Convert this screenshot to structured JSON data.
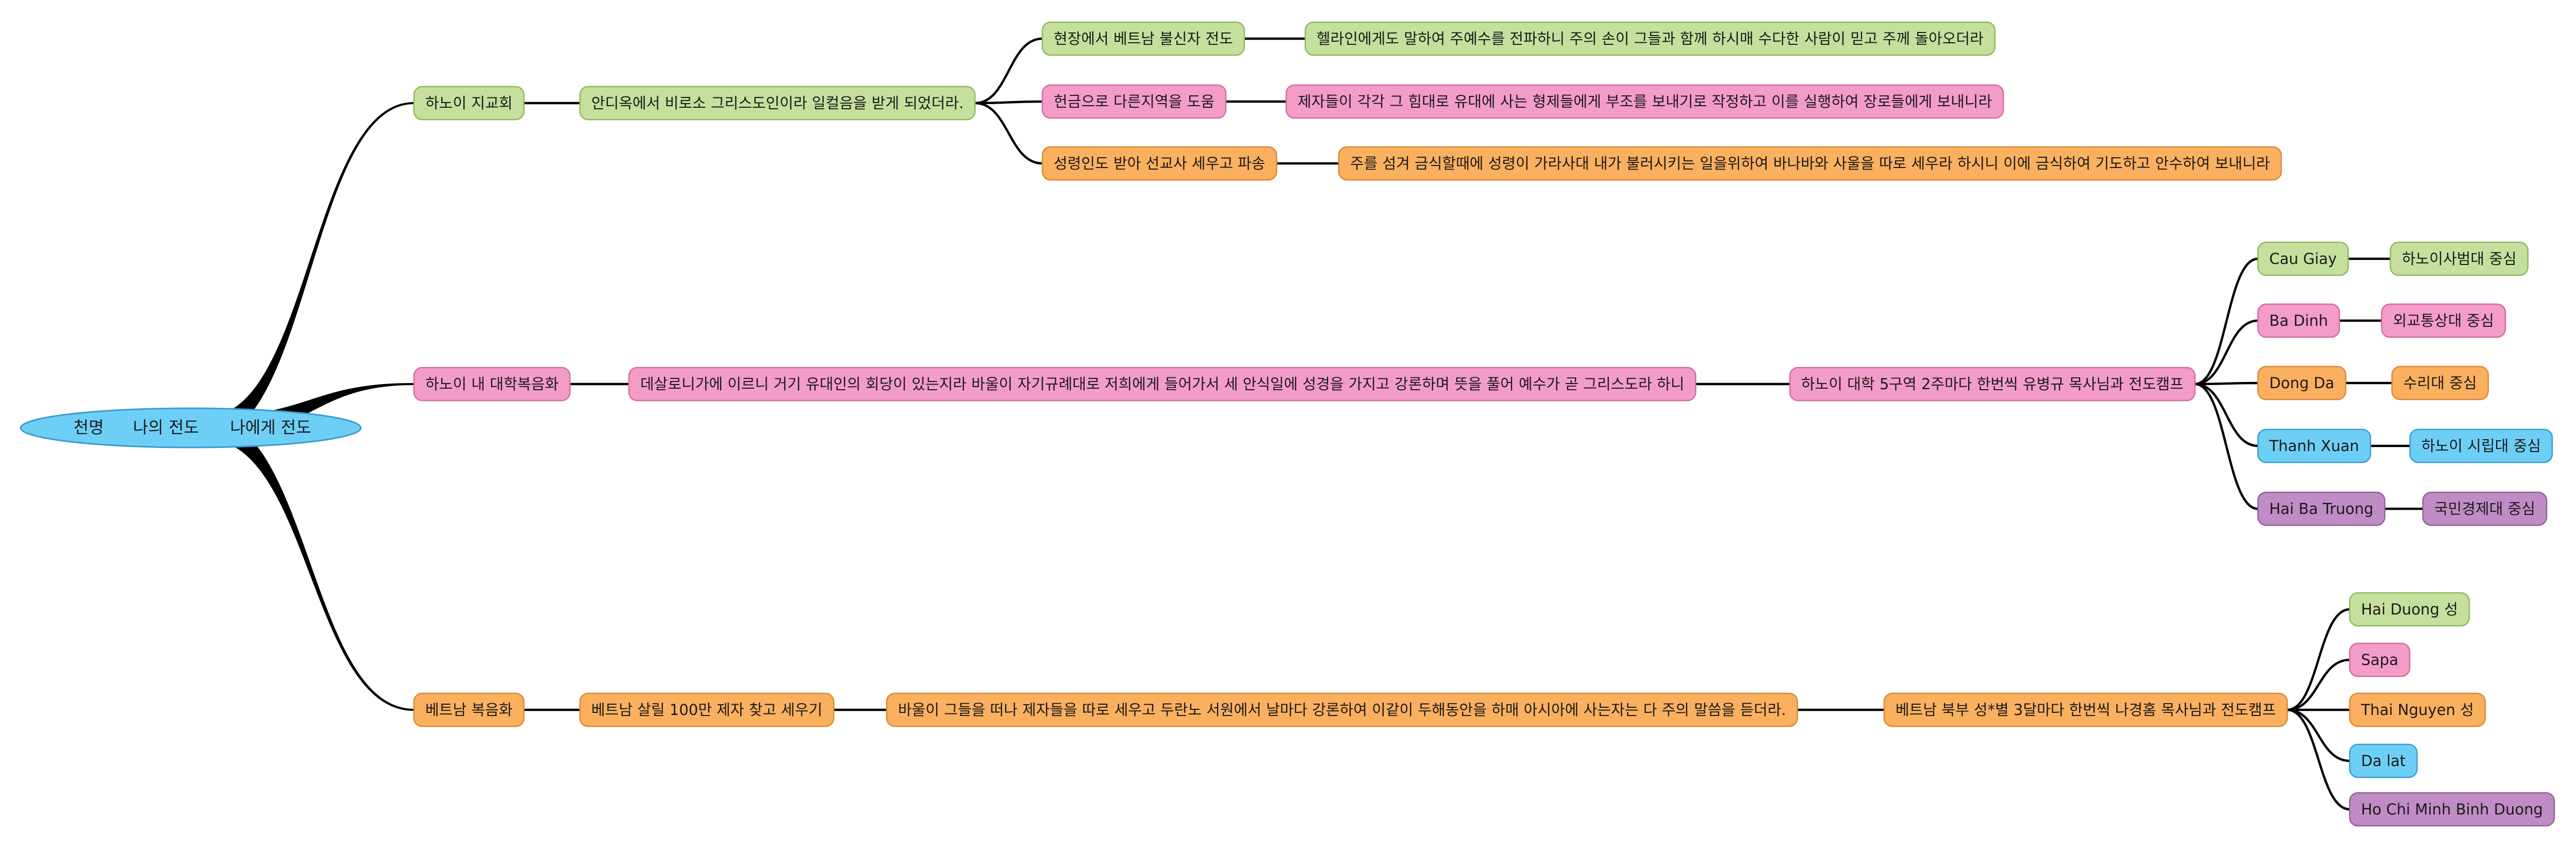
{
  "colors": {
    "green": "#c5e09d",
    "green_border": "#8eb85f",
    "pink": "#f49cc8",
    "pink_border": "#d56ba0",
    "orange": "#fbb05f",
    "orange_border": "#d98a35",
    "blue": "#6ecff6",
    "blue_border": "#3a9ccc",
    "purple": "#c08cc5",
    "purple_border": "#93609a",
    "edge": "#000000"
  },
  "root": {
    "parts": [
      "천명",
      "나의 전도",
      "나에게 전도"
    ]
  },
  "nodes": [
    {
      "id": "n_hanoi_church",
      "label": "하노이 지교회",
      "color": "green"
    },
    {
      "id": "n_antioch",
      "label": "안디옥에서 비로소 그리스도인이라 일컬음을 받게 되었더라.",
      "color": "green"
    },
    {
      "id": "n_field_evangelism",
      "label": "현장에서 베트남 불신자 전도",
      "color": "green"
    },
    {
      "id": "n_hellenists",
      "label": "헬라인에게도 말하여 주예수를 전파하니 주의 손이 그들과 함께 하시매 수다한 사람이 믿고 주께 돌아오더라",
      "color": "green"
    },
    {
      "id": "n_offering",
      "label": "헌금으로 다른지역을 도움",
      "color": "pink"
    },
    {
      "id": "n_disciples_relief",
      "label": "제자들이 각각 그 힘대로 유대에 사는 형제들에게 부조를 보내기로 작정하고 이를 실행하여 장로들에게 보내니라",
      "color": "pink"
    },
    {
      "id": "n_spirit_missionary",
      "label": "성령인도 받아 선교사 세우고 파송",
      "color": "orange"
    },
    {
      "id": "n_fasting_prayer",
      "label": "주를 섬겨 금식할때에 성령이 가라사대 내가 불러시키는 일을위하여 바나바와 사울을 따로 세우라 하시니 이에 금식하여 기도하고 안수하여 보내니라",
      "color": "orange"
    },
    {
      "id": "n_campus",
      "label": "하노이 내 대학복음화",
      "color": "pink"
    },
    {
      "id": "n_thessalonica",
      "label": "데살로니가에 이르니 거기 유대인의 회당이 있는지라 바울이 자기규례대로 저희에게 들어가서 세 안식일에 성경을 가지고 강론하며 뜻을 풀어 예수가 곧 그리스도라 하니",
      "color": "pink"
    },
    {
      "id": "n_camp_hanoi",
      "label": "하노이 대학 5구역 2주마다 한번씩 유병규 목사님과 전도캠프",
      "color": "pink"
    },
    {
      "id": "n_cau_giay",
      "label": "Cau Giay",
      "color": "green"
    },
    {
      "id": "n_cau_giay_u",
      "label": "하노이사범대 중심",
      "color": "green"
    },
    {
      "id": "n_ba_dinh",
      "label": "Ba Dinh",
      "color": "pink"
    },
    {
      "id": "n_ba_dinh_u",
      "label": "외교통상대 중심",
      "color": "pink"
    },
    {
      "id": "n_dong_da",
      "label": "Dong Da",
      "color": "orange"
    },
    {
      "id": "n_dong_da_u",
      "label": "수리대 중심",
      "color": "orange"
    },
    {
      "id": "n_thanh_xuan",
      "label": "Thanh Xuan",
      "color": "blue"
    },
    {
      "id": "n_thanh_xuan_u",
      "label": "하노이 시립대 중심",
      "color": "blue"
    },
    {
      "id": "n_hai_ba_truong",
      "label": "Hai Ba Truong",
      "color": "purple"
    },
    {
      "id": "n_hai_ba_truong_u",
      "label": "국민경제대 중심",
      "color": "purple"
    },
    {
      "id": "n_vietnam_gospel",
      "label": "베트남 복음화",
      "color": "orange"
    },
    {
      "id": "n_million_disciples",
      "label": "베트남 살릴 100만 제자 찾고 세우기",
      "color": "orange"
    },
    {
      "id": "n_tyrannus",
      "label": "바울이 그들을 떠나 제자들을 따로 세우고 두란노 서원에서 날마다 강론하여 이같이 두해동안을 하매 아시아에 사는자는 다 주의 말씀을 듣더라.",
      "color": "orange"
    },
    {
      "id": "n_camp_north",
      "label": "베트남 북부 성*별 3달마다 한번씩 나경홈 목사님과 전도캠프",
      "color": "orange"
    },
    {
      "id": "n_hai_duong",
      "label": "Hai Duong 성",
      "color": "green"
    },
    {
      "id": "n_sapa",
      "label": "Sapa",
      "color": "pink"
    },
    {
      "id": "n_thai_nguyen",
      "label": "Thai Nguyen 성",
      "color": "orange"
    },
    {
      "id": "n_da_lat",
      "label": "Da lat",
      "color": "blue"
    },
    {
      "id": "n_hcm_binh_duong",
      "label": "Ho Chi Minh      Binh Duong",
      "color": "purple"
    }
  ],
  "edges": [
    [
      "root",
      "n_hanoi_church"
    ],
    [
      "n_hanoi_church",
      "n_antioch"
    ],
    [
      "n_antioch",
      "n_field_evangelism"
    ],
    [
      "n_field_evangelism",
      "n_hellenists"
    ],
    [
      "n_antioch",
      "n_offering"
    ],
    [
      "n_offering",
      "n_disciples_relief"
    ],
    [
      "n_antioch",
      "n_spirit_missionary"
    ],
    [
      "n_spirit_missionary",
      "n_fasting_prayer"
    ],
    [
      "root",
      "n_campus"
    ],
    [
      "n_campus",
      "n_thessalonica"
    ],
    [
      "n_thessalonica",
      "n_camp_hanoi"
    ],
    [
      "n_camp_hanoi",
      "n_cau_giay"
    ],
    [
      "n_cau_giay",
      "n_cau_giay_u"
    ],
    [
      "n_camp_hanoi",
      "n_ba_dinh"
    ],
    [
      "n_ba_dinh",
      "n_ba_dinh_u"
    ],
    [
      "n_camp_hanoi",
      "n_dong_da"
    ],
    [
      "n_dong_da",
      "n_dong_da_u"
    ],
    [
      "n_camp_hanoi",
      "n_thanh_xuan"
    ],
    [
      "n_thanh_xuan",
      "n_thanh_xuan_u"
    ],
    [
      "n_camp_hanoi",
      "n_hai_ba_truong"
    ],
    [
      "n_hai_ba_truong",
      "n_hai_ba_truong_u"
    ],
    [
      "root",
      "n_vietnam_gospel"
    ],
    [
      "n_vietnam_gospel",
      "n_million_disciples"
    ],
    [
      "n_million_disciples",
      "n_tyrannus"
    ],
    [
      "n_tyrannus",
      "n_camp_north"
    ],
    [
      "n_camp_north",
      "n_hai_duong"
    ],
    [
      "n_camp_north",
      "n_sapa"
    ],
    [
      "n_camp_north",
      "n_thai_nguyen"
    ],
    [
      "n_camp_north",
      "n_da_lat"
    ],
    [
      "n_camp_north",
      "n_hcm_binh_duong"
    ]
  ]
}
